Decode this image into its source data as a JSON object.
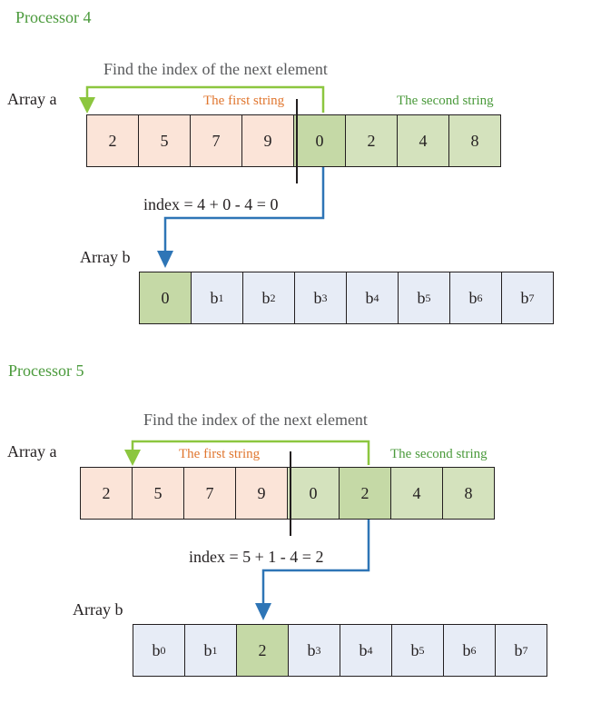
{
  "panels": [
    {
      "processor_label": "Processor 4",
      "find_text": "Find the index of the next element",
      "array_a_label": "Array a",
      "first_string_label": "The first string",
      "second_string_label": "The second string",
      "array_a": [
        "2",
        "5",
        "7",
        "9",
        "0",
        "2",
        "4",
        "8"
      ],
      "index_text": "index = 4 + 0 - 4 = 0",
      "array_b_label": "Array b",
      "array_b": [
        {
          "base": "0",
          "sub": ""
        },
        {
          "base": "b",
          "sub": "1"
        },
        {
          "base": "b",
          "sub": "2"
        },
        {
          "base": "b",
          "sub": "3"
        },
        {
          "base": "b",
          "sub": "4"
        },
        {
          "base": "b",
          "sub": "5"
        },
        {
          "base": "b",
          "sub": "6"
        },
        {
          "base": "b",
          "sub": "7"
        }
      ]
    },
    {
      "processor_label": "Processor 5",
      "find_text": "Find the index of the next element",
      "array_a_label": "Array a",
      "first_string_label": "The first string",
      "second_string_label": "The second string",
      "array_a": [
        "2",
        "5",
        "7",
        "9",
        "0",
        "2",
        "4",
        "8"
      ],
      "index_text": "index = 5 + 1 - 4 = 2",
      "array_b_label": "Array b",
      "array_b": [
        {
          "base": "b",
          "sub": "0"
        },
        {
          "base": "b",
          "sub": "1"
        },
        {
          "base": "2",
          "sub": ""
        },
        {
          "base": "b",
          "sub": "3"
        },
        {
          "base": "b",
          "sub": "4"
        },
        {
          "base": "b",
          "sub": "5"
        },
        {
          "base": "b",
          "sub": "6"
        },
        {
          "base": "b",
          "sub": "7"
        }
      ]
    }
  ],
  "colors": {
    "green_line": "#8cc63f",
    "blue_line": "#2e75b6",
    "first_string_fill": "#fbe4d8",
    "second_string_fill": "#d4e2bd",
    "array_b_fill": "#e7ecf6"
  }
}
